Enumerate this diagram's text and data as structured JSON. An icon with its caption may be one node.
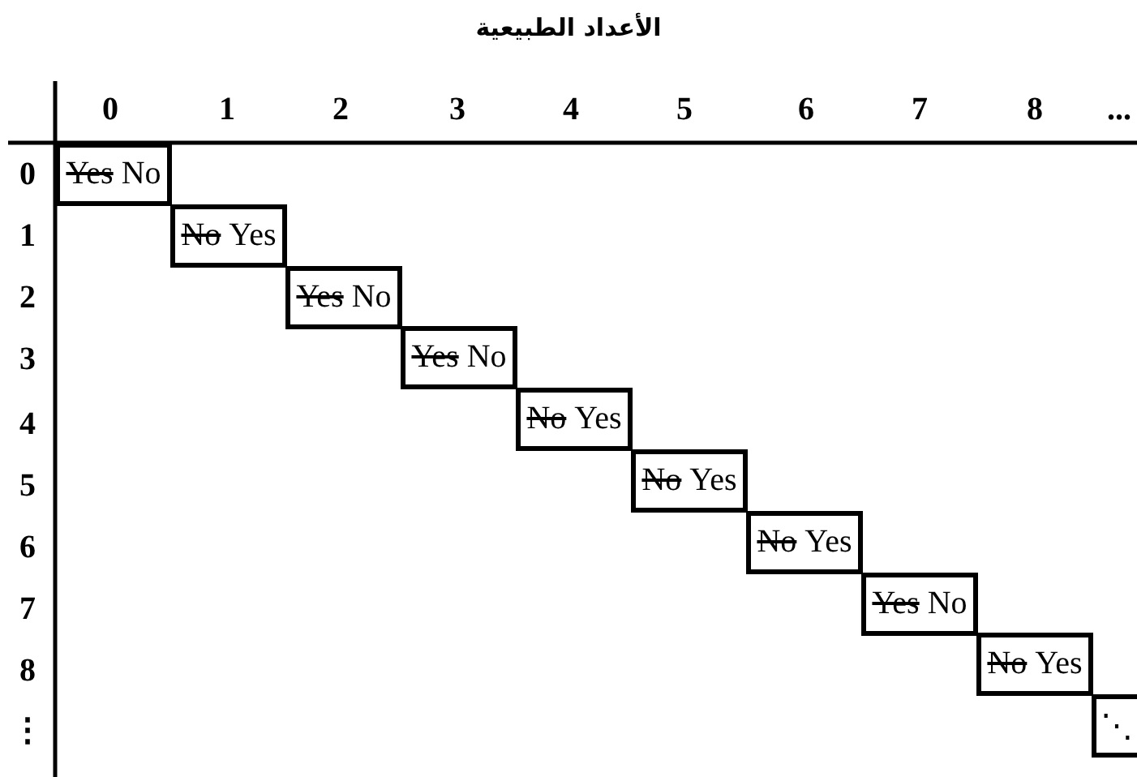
{
  "diagram": {
    "title": "الأعداد الطبيعية",
    "nodes": [
      {
        "text": [
          "Yes",
          "No"
        ]
      },
      {
        "text": [
          "No",
          "Yes"
        ]
      },
      {
        "text": [
          "Yes",
          "No"
        ]
      },
      {
        "text": [
          "Yes",
          "No"
        ]
      },
      {
        "text": [
          "No",
          "Yes"
        ]
      },
      {
        "text": [
          "No",
          "Yes"
        ]
      },
      {
        "text": [
          "No",
          "Yes"
        ]
      },
      {
        "text": [
          "Yes",
          "No"
        ]
      },
      {
        "text": [
          "No",
          "Yes"
        ]
      },
      {
        "text": [
          "⋱"
        ]
      }
    ],
    "labels": [
      "0",
      "1",
      "2",
      "3",
      "4",
      "5",
      "6",
      "7",
      "8",
      "...",
      "0",
      "1",
      "2",
      "3",
      "4",
      "5",
      "6",
      "7",
      "8",
      "⋮"
    ]
  }
}
